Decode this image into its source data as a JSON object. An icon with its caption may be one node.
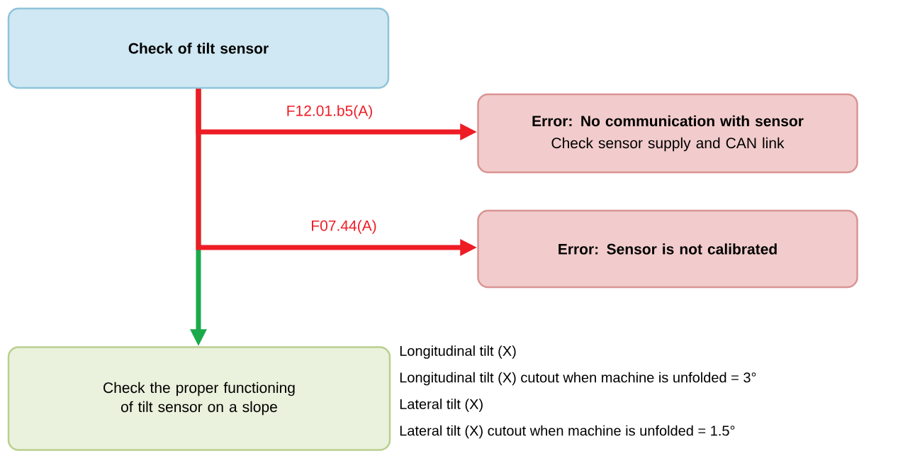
{
  "diagram": {
    "nodes": [
      {
        "text": [
          "Check of tilt sensor"
        ]
      },
      {
        "text": [
          "Error: No communication with sensor",
          "Check sensor supply and CAN link"
        ]
      },
      {
        "text": [
          "Error: Sensor is not calibrated"
        ]
      },
      {
        "text": [
          "Check the proper functioning of tilt sensor on a slope"
        ],
        "beside": [
          "Longitudinal tilt (X)",
          "Longitudinal tilt (X) cutout when machine is unfolded = 3°",
          "Lateral tilt (X)",
          "Lateral tilt (X) cutout when machine is unfolded = 1.5°"
        ]
      }
    ],
    "edges": [
      {
        "from": 0,
        "to": 1,
        "arrow": "to",
        "label": "F12.01.b5(A)"
      },
      {
        "from": 0,
        "to": 2,
        "arrow": "to",
        "label": "F07.44(A)"
      },
      {
        "from": 0,
        "to": 3,
        "arrow": "to",
        "color": "#1aaa4a"
      }
    ]
  }
}
